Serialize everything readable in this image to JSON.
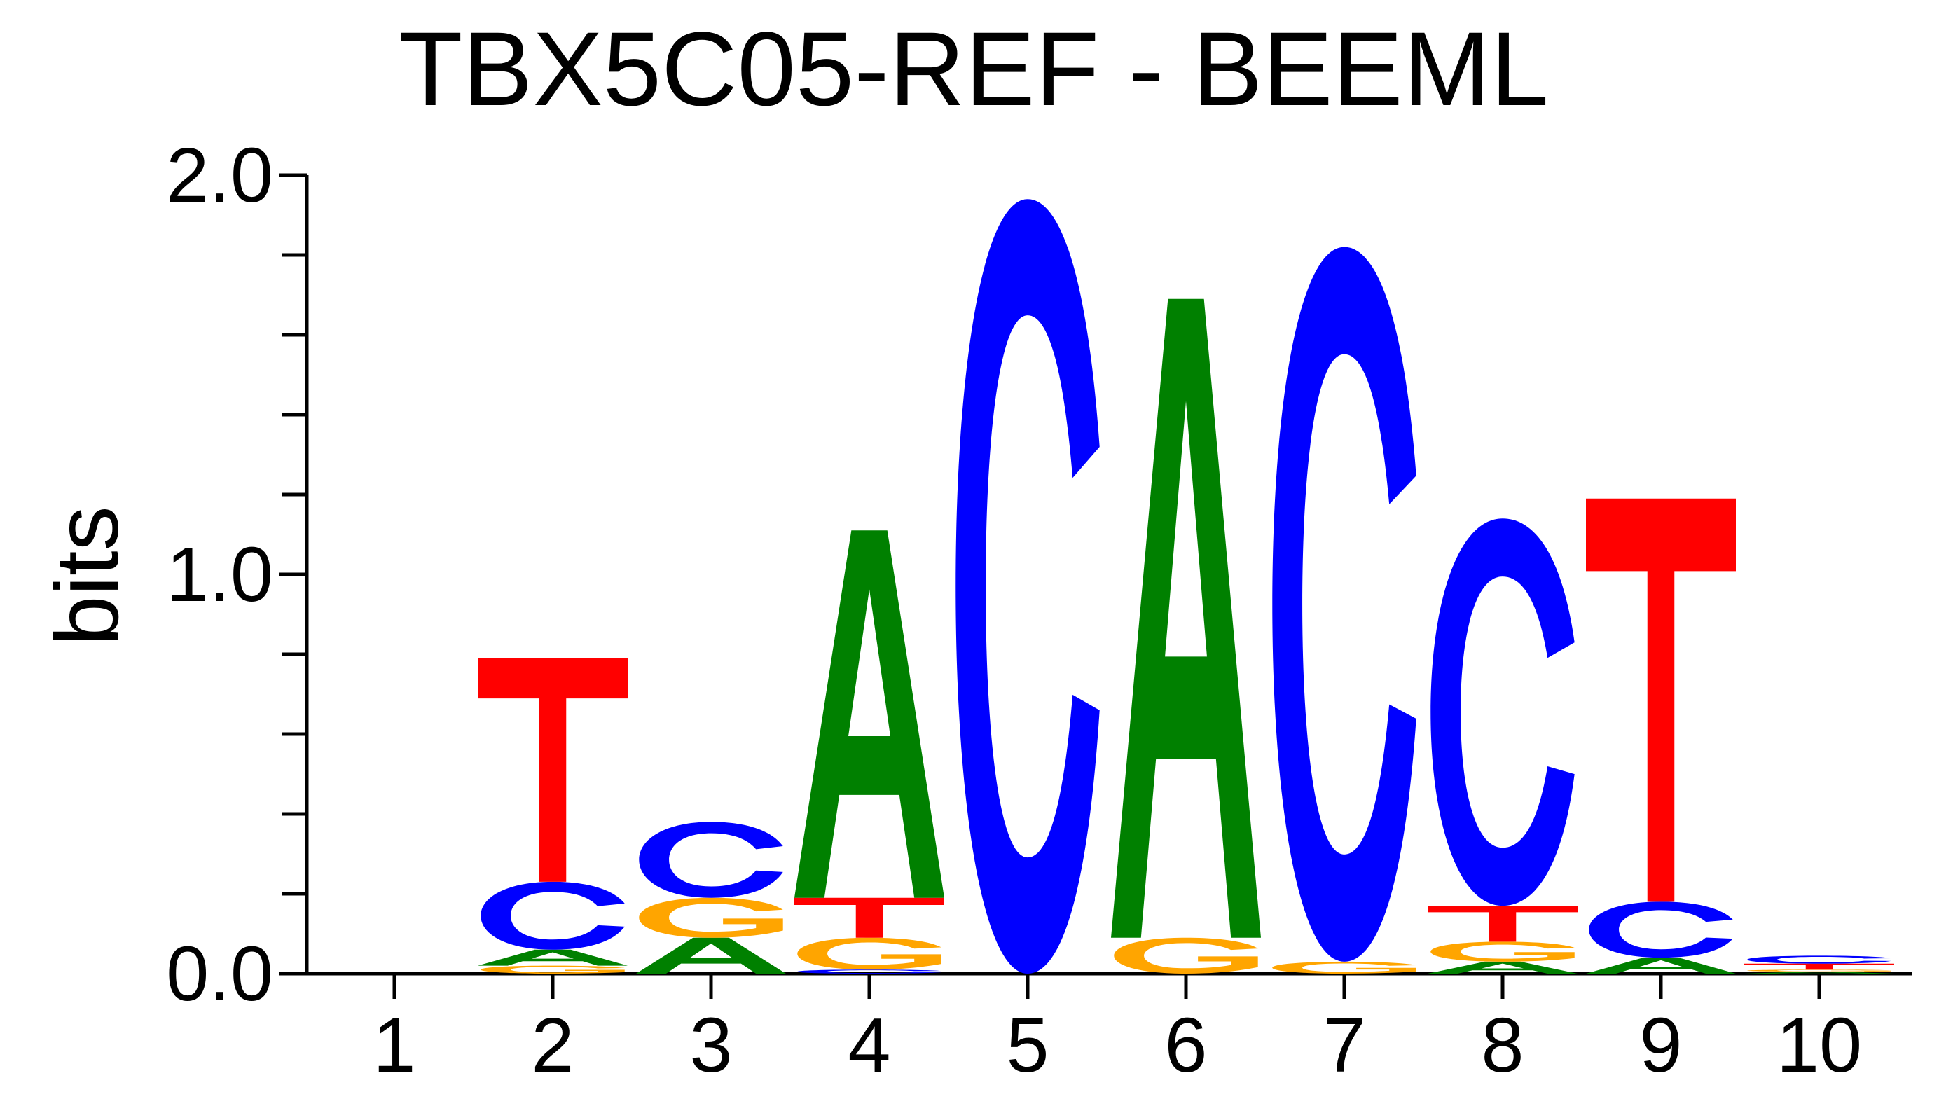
{
  "chart_data": {
    "type": "sequence-logo",
    "title": "TBX5C05-REF - BEEML",
    "ylabel": "bits",
    "xlabel": "",
    "ylim": [
      0,
      2.0
    ],
    "yticks": [
      "0.0",
      "1.0",
      "2.0"
    ],
    "ytick_values": [
      0,
      1,
      2
    ],
    "minor_ytick_step": 0.2,
    "colors": {
      "A": "#008000",
      "C": "#0000ff",
      "G": "#ffa500",
      "T": "#ff0000"
    },
    "positions": [
      {
        "label": "1",
        "letters": []
      },
      {
        "label": "2",
        "letters": [
          {
            "base": "G",
            "bits": 0.02
          },
          {
            "base": "A",
            "bits": 0.04
          },
          {
            "base": "C",
            "bits": 0.17
          },
          {
            "base": "T",
            "bits": 0.56
          }
        ]
      },
      {
        "label": "3",
        "letters": [
          {
            "base": "A",
            "bits": 0.09
          },
          {
            "base": "G",
            "bits": 0.1
          },
          {
            "base": "C",
            "bits": 0.19
          }
        ]
      },
      {
        "label": "4",
        "letters": [
          {
            "base": "C",
            "bits": 0.01
          },
          {
            "base": "G",
            "bits": 0.08
          },
          {
            "base": "T",
            "bits": 0.1
          },
          {
            "base": "A",
            "bits": 0.92
          }
        ]
      },
      {
        "label": "5",
        "letters": [
          {
            "base": "C",
            "bits": 1.94
          }
        ]
      },
      {
        "label": "6",
        "letters": [
          {
            "base": "G",
            "bits": 0.09
          },
          {
            "base": "A",
            "bits": 1.6
          }
        ]
      },
      {
        "label": "7",
        "letters": [
          {
            "base": "G",
            "bits": 0.03
          },
          {
            "base": "C",
            "bits": 1.79
          }
        ]
      },
      {
        "label": "8",
        "letters": [
          {
            "base": "A",
            "bits": 0.03
          },
          {
            "base": "G",
            "bits": 0.05
          },
          {
            "base": "T",
            "bits": 0.09
          },
          {
            "base": "C",
            "bits": 0.97
          }
        ]
      },
      {
        "label": "9",
        "letters": [
          {
            "base": "A",
            "bits": 0.04
          },
          {
            "base": "C",
            "bits": 0.14
          },
          {
            "base": "T",
            "bits": 1.01
          }
        ]
      },
      {
        "label": "10",
        "letters": [
          {
            "base": "A",
            "bits": 0.005
          },
          {
            "base": "G",
            "bits": 0.005
          },
          {
            "base": "T",
            "bits": 0.015
          },
          {
            "base": "C",
            "bits": 0.02
          }
        ]
      }
    ]
  }
}
